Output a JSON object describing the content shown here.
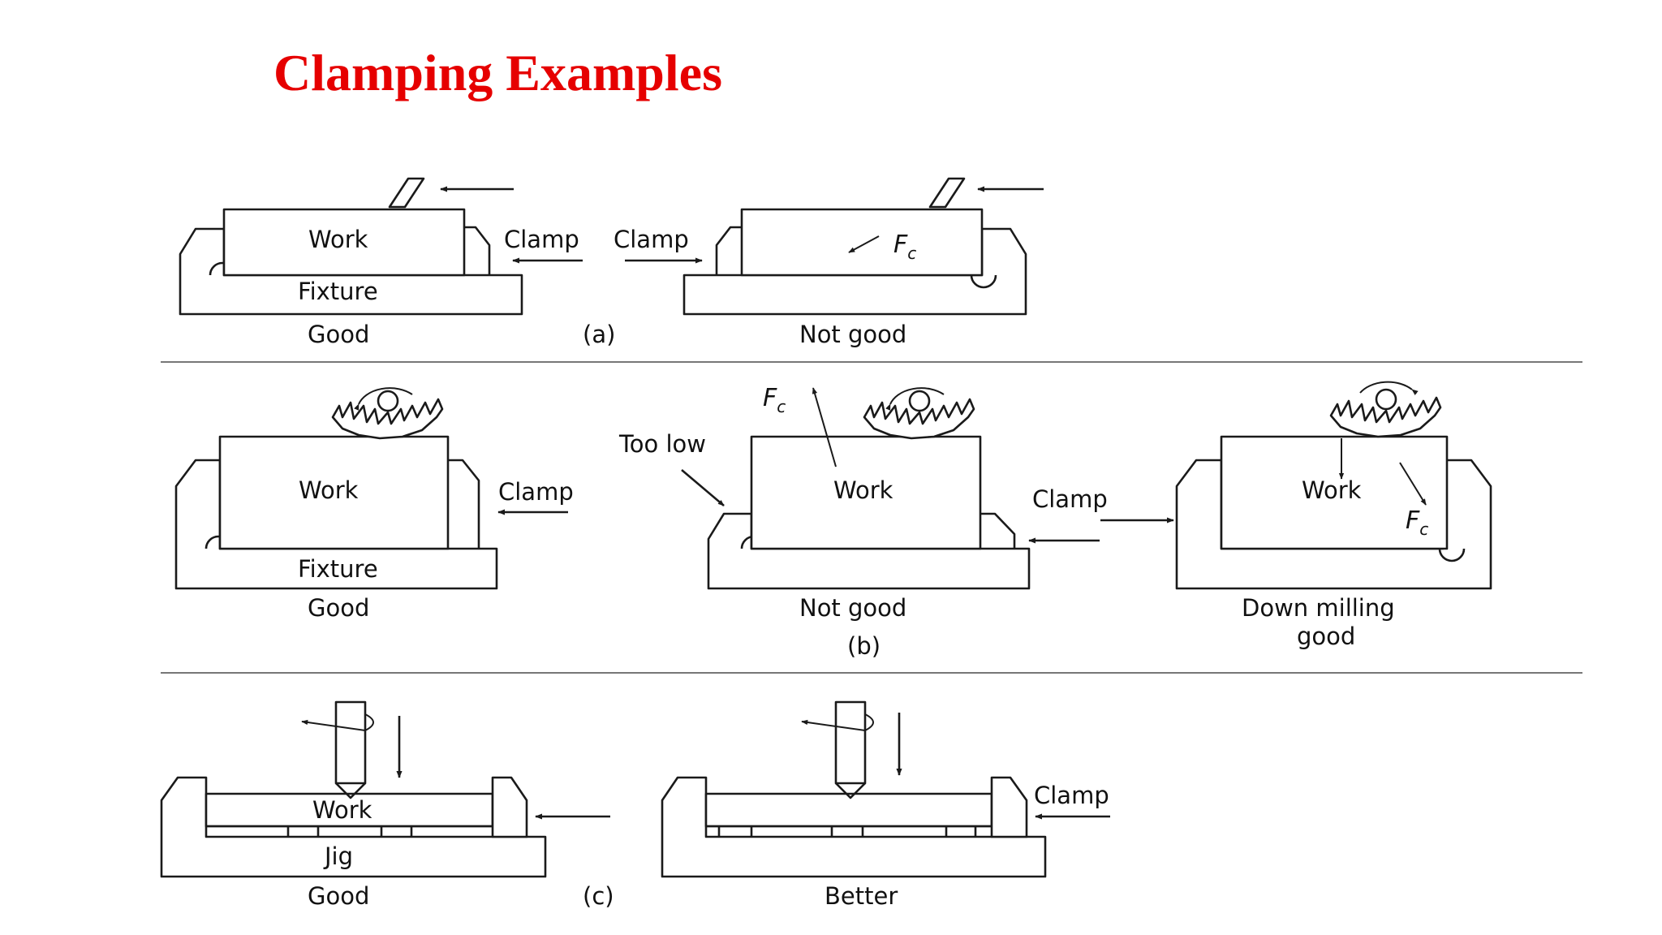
{
  "title": "Clamping Examples",
  "colors": {
    "title": "#e60000",
    "line": "#1a1a1a",
    "separator": "#777777"
  },
  "labels": {
    "work": "Work",
    "fixture": "Fixture",
    "clamp": "Clamp",
    "jig": "Jig",
    "good": "Good",
    "not_good": "Not good",
    "too_low": "Too low",
    "down_milling_line1": "Down milling",
    "down_milling_line2": "good",
    "better": "Better",
    "fc_main": "F",
    "fc_sub": "c"
  },
  "sections": [
    {
      "id": "a",
      "caption": "(a)"
    },
    {
      "id": "b",
      "caption": "(b)"
    },
    {
      "id": "c",
      "caption": "(c)"
    }
  ]
}
